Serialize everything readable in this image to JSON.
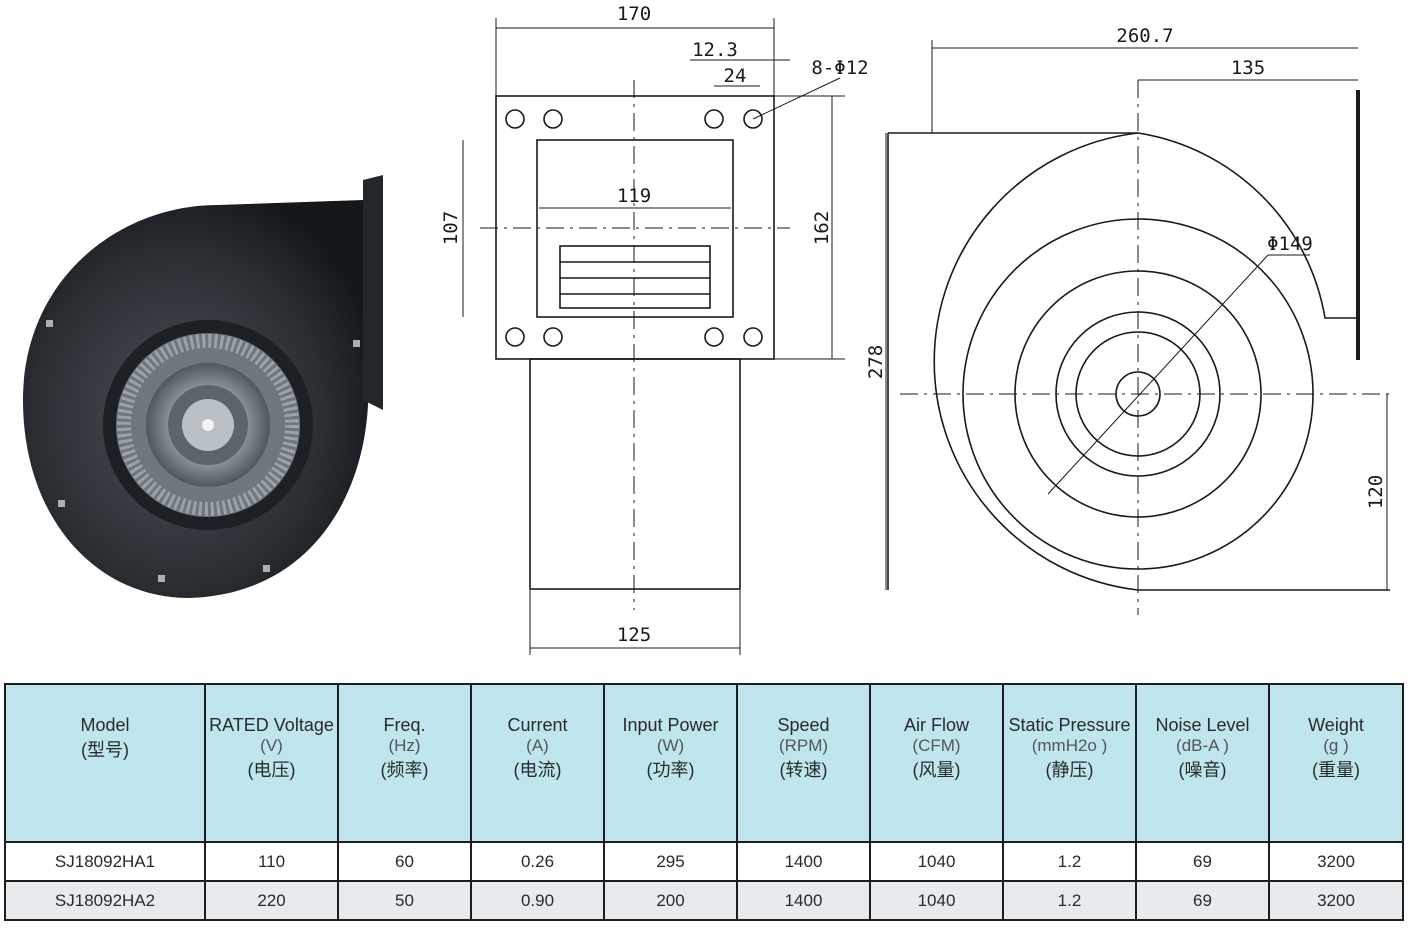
{
  "dimensions": {
    "front": {
      "width": "170",
      "w12": "12.3",
      "w24": "24",
      "holes": "8-Φ12",
      "inner_w": "119",
      "inner_h": "107",
      "outer_h": "162",
      "base_w": "125"
    },
    "side": {
      "total": "260.7",
      "half": "135",
      "dia": "Φ149",
      "height": "278",
      "outlet": "120"
    }
  },
  "table": {
    "headers": [
      {
        "name": "Model",
        "unit": "",
        "zh": "(型号)"
      },
      {
        "name": "RATED Voltage",
        "unit": "(V)",
        "zh": "(电压)"
      },
      {
        "name": "Freq.",
        "unit": "(Hz)",
        "zh": "(频率)"
      },
      {
        "name": "Current",
        "unit": "(A)",
        "zh": "(电流)"
      },
      {
        "name": "Input Power",
        "unit": "(W)",
        "zh": "(功率)"
      },
      {
        "name": "Speed",
        "unit": "(RPM)",
        "zh": "(转速)"
      },
      {
        "name": "Air Flow",
        "unit": "(CFM)",
        "zh": "(风量)"
      },
      {
        "name": "Static Pressure",
        "unit": "(mmH2o )",
        "zh": "(静压)"
      },
      {
        "name": "Noise Level",
        "unit": "(dB-A )",
        "zh": "(噪音)"
      },
      {
        "name": "Weight",
        "unit": "(g )",
        "zh": "(重量)"
      }
    ],
    "rows": [
      [
        "SJ18092HA1",
        "110",
        "60",
        "0.26",
        "295",
        "1400",
        "1040",
        "1.2",
        "69",
        "3200"
      ],
      [
        "SJ18092HA2",
        "220",
        "50",
        "0.90",
        "200",
        "1400",
        "1040",
        "1.2",
        "69",
        "3200"
      ]
    ]
  }
}
